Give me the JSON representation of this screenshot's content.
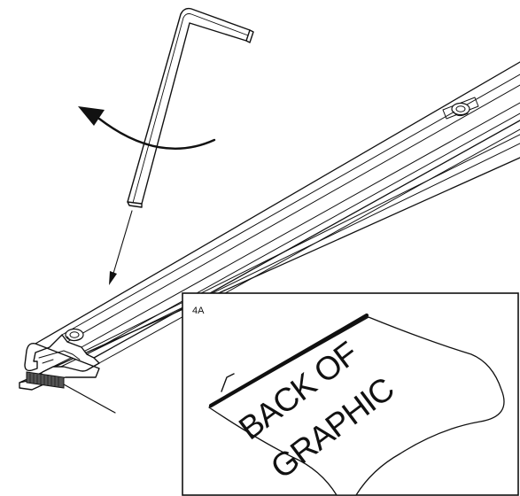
{
  "inset": {
    "label": "4A",
    "graphic_line1": "BACK OF",
    "graphic_line2": "GRAPHIC"
  },
  "colors": {
    "line": "#111111",
    "background": "#ffffff"
  },
  "icons": {
    "rotation_arrow": "curved-arrow-icon",
    "insert_arrow": "down-arrow-icon",
    "tool": "hex-key-icon"
  }
}
